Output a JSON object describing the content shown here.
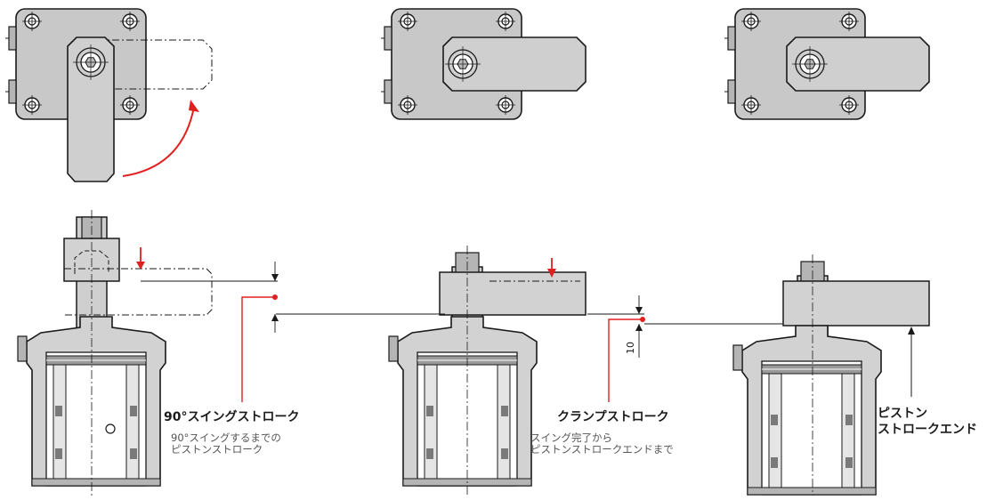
{
  "labels": {
    "swing_stroke_title": "90°スイングストローク",
    "swing_stroke_desc_1": "90°スイングするまでの",
    "swing_stroke_desc_2": "ピストンストローク",
    "clamp_stroke_title": "クランプストローク",
    "clamp_stroke_desc_1": "スイング完了から",
    "clamp_stroke_desc_2": "ピストンストロークエンドまで",
    "piston_end_1": "ピストン",
    "piston_end_2": "ストロークエンド",
    "dimension_value": "10"
  },
  "colors": {
    "body_fill": "#c8c8c8",
    "body_dark": "#a9a9a9",
    "outline": "#1a1a1a",
    "accent_red": "#e02020",
    "section_fill": "#d2d2d2"
  }
}
